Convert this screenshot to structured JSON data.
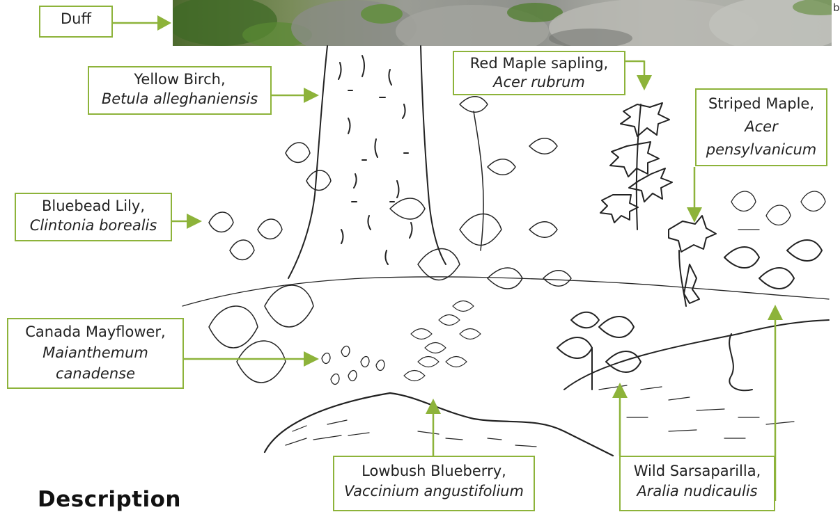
{
  "title_heading": "Description",
  "edge_text": "b",
  "colors": {
    "accent": "#8db33a",
    "ink": "#222222"
  },
  "labels": {
    "duff": {
      "common": "Duff"
    },
    "yellow_birch": {
      "common": "Yellow Birch,",
      "scientific": "Betula alleghaniensis"
    },
    "red_maple": {
      "common": "Red Maple sapling,",
      "scientific": "Acer rubrum"
    },
    "striped_maple": {
      "common": "Striped Maple,",
      "scientific_1": "Acer",
      "scientific_2": "pensylvanicum"
    },
    "bluebead_lily": {
      "common": "Bluebead Lily,",
      "scientific": "Clintonia borealis"
    },
    "canada_mayflower": {
      "common": "Canada Mayflower,",
      "scientific_1": "Maianthemum",
      "scientific_2": "canadense"
    },
    "lowbush_blueberry": {
      "common": "Lowbush Blueberry,",
      "scientific": "Vaccinium angustifolium"
    },
    "wild_sarsaparilla": {
      "common": "Wild Sarsaparilla,",
      "scientific": "Aralia nudicaulis"
    }
  }
}
